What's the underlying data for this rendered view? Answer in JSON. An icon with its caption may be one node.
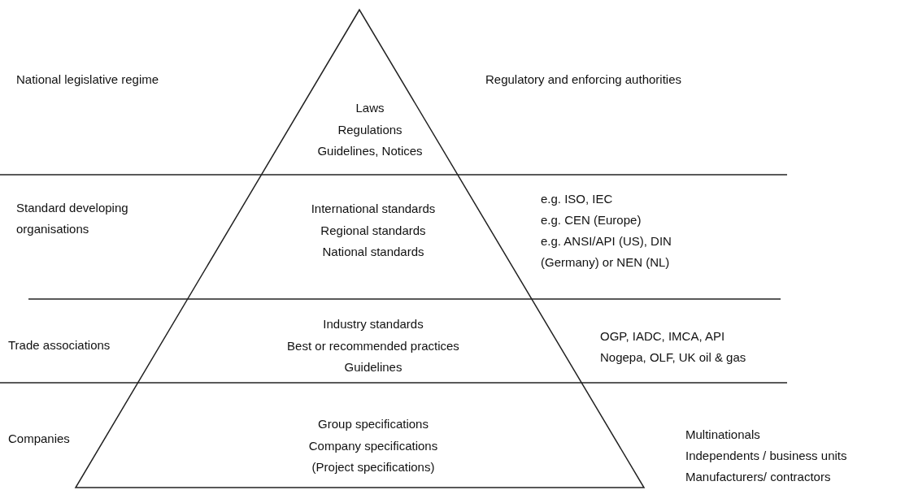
{
  "diagram": {
    "nodes": [
      {
        "text": [
          "Laws",
          "Regulations",
          "Guidelines, Notices"
        ]
      },
      {
        "text": [
          "International standards",
          "Regional standards",
          "National standards"
        ]
      },
      {
        "text": [
          "Industry standards",
          "Best or recommended practices",
          "Guidelines"
        ]
      },
      {
        "text": [
          "Group specifications",
          "Company specifications",
          "(Project specifications)"
        ]
      }
    ],
    "labels": [
      "National legislative regime",
      "Regulatory and enforcing authorities",
      "Standard developing organisations",
      "e.g. ISO, IEC",
      "e.g. CEN (Europe)",
      "e.g. ANSI/API (US), DIN (Germany) or NEN (NL)",
      "Trade associations",
      "OGP, IADC, IMCA, API",
      "Nogepa, OLF, UK oil & gas",
      "Companies",
      "Multinationals",
      "Independents / business units",
      "Manufacturers/ contractors"
    ]
  }
}
